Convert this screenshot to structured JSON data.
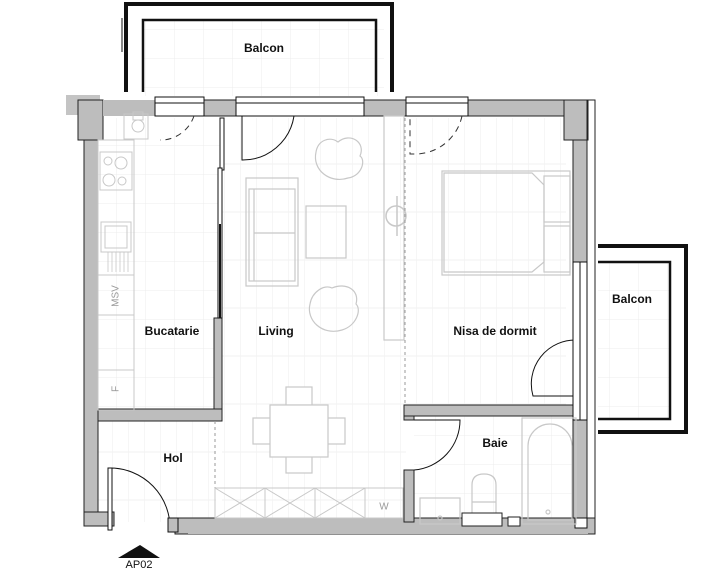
{
  "plan": {
    "unit_id": "AP02",
    "wall_color": "#bdbdbd",
    "line_color": "#111111",
    "furniture_color": "#c8c8c8",
    "floor_line_color": "#ececec"
  },
  "rooms": {
    "balcon_top": {
      "label": "Balcon"
    },
    "balcon_right": {
      "label": "Balcon"
    },
    "bucatarie": {
      "label": "Bucatarie"
    },
    "living": {
      "label": "Living"
    },
    "nisa": {
      "label": "Nisa de dormit"
    },
    "hol": {
      "label": "Hol"
    },
    "baie": {
      "label": "Baie"
    }
  },
  "appliances": {
    "msv": "MSV",
    "fridge": "F",
    "wardrobe": "W"
  },
  "entrance": {
    "label": "AP02",
    "icon": "entrance-arrow-icon"
  }
}
